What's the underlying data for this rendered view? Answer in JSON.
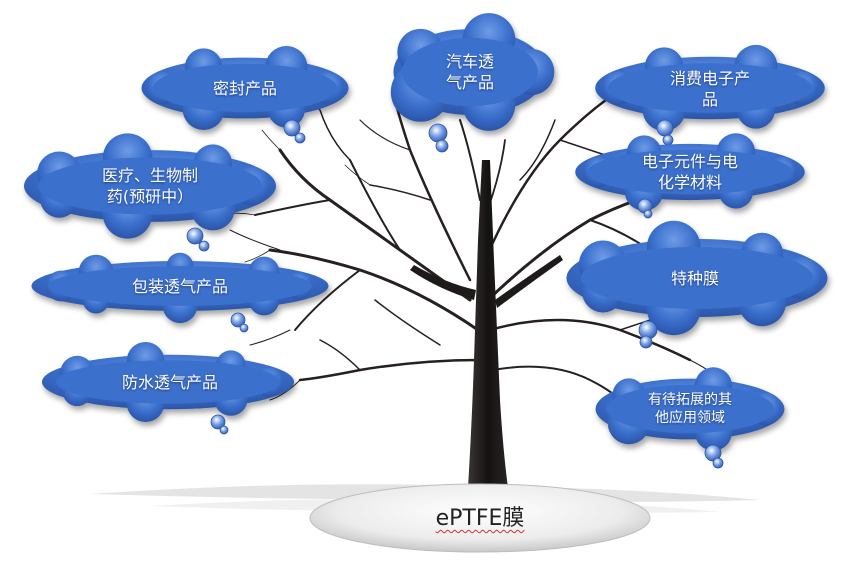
{
  "root": {
    "label": "ePTFE膜"
  },
  "branches": [
    {
      "id": "sealing",
      "label": "密封产品"
    },
    {
      "id": "automotive",
      "label": "汽车透\n气产品"
    },
    {
      "id": "consumer",
      "label": "消费电子产\n品"
    },
    {
      "id": "medical",
      "label": "医疗、生物制\n药(预研中）"
    },
    {
      "id": "electronic",
      "label": "电子元件与电\n化学材料"
    },
    {
      "id": "packaging",
      "label": "包装透气产品"
    },
    {
      "id": "special",
      "label": "特种膜"
    },
    {
      "id": "waterproof",
      "label": "防水透气产品"
    },
    {
      "id": "other",
      "label": "有待拓展的其\n他应用领域"
    }
  ],
  "colors": {
    "cloud_fill": "#3a6fcc",
    "cloud_highlight": "#6f9be6",
    "cloud_edge": "#2b55a8",
    "trunk": "#1e1a1a",
    "base_fill": "#e8e8e8"
  }
}
